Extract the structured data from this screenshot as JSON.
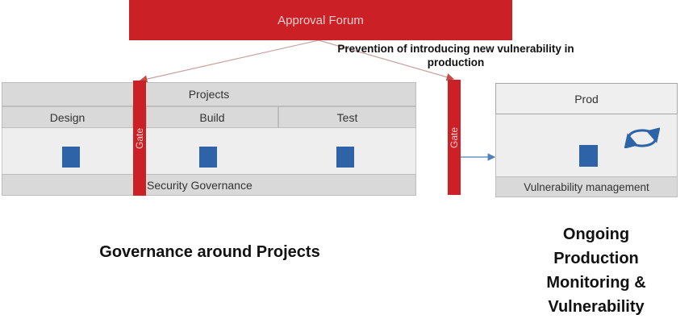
{
  "approval_forum": {
    "label": "Approval Forum"
  },
  "prevention_note": {
    "line1": "Prevention of introducing new vulnerability in",
    "line2": "production"
  },
  "projects": {
    "title": "Projects",
    "phases": [
      "Design",
      "Build",
      "Test"
    ],
    "governance_label": "Security Governance"
  },
  "gates": {
    "label": "Gate"
  },
  "prod": {
    "title": "Prod",
    "vulnerability_label": "Vulnerability management",
    "cycle_icon": "cycle-icon"
  },
  "captions": {
    "left": "Governance around Projects",
    "right_lines": [
      "Ongoing",
      "Production",
      "Monitoring &",
      "Vulnerability"
    ]
  },
  "colors": {
    "gate_red": "#cc2027",
    "task_blue": "#2e63a8",
    "bar_gray": "#d9d9d9",
    "panel_gray": "#eeeeee"
  }
}
